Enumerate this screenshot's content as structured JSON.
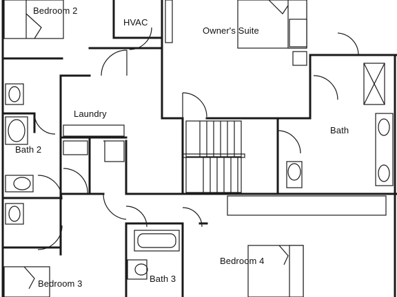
{
  "rooms": {
    "bedroom2": "Bedroom 2",
    "hvac": "HVAC",
    "owners_suite": "Owner's Suite",
    "laundry": "Laundry",
    "bath": "Bath",
    "bath2": "Bath 2",
    "bedroom4": "Bedroom 4",
    "bath3": "Bath 3",
    "bedroom3": "Bedroom 3"
  },
  "colors": {
    "line": "#1a1a1a",
    "background": "#ffffff"
  }
}
